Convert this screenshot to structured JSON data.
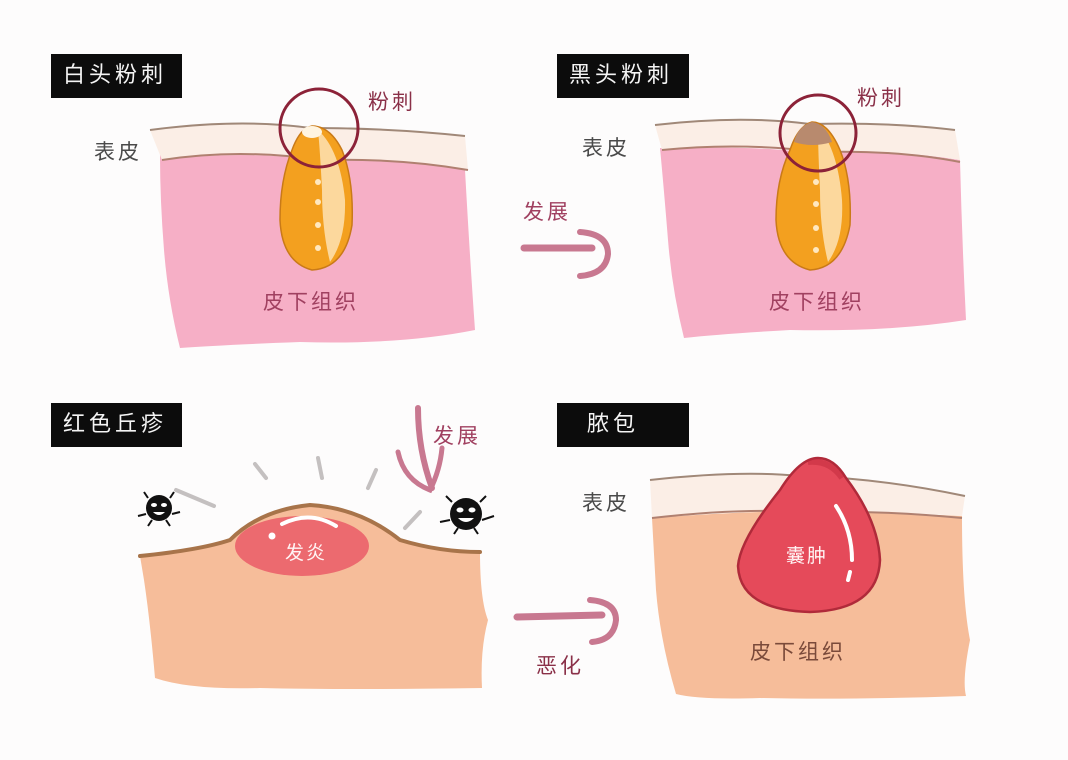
{
  "colors": {
    "background": "#fdfcfc",
    "title_bg": "#0c0c0c",
    "title_text": "#f4f4f4",
    "epidermis": "#fbeee6",
    "subcutaneous_pink": "#f6afc6",
    "subcutaneous_peach": "#f6bd9a",
    "sebum_orange": "#f3a01f",
    "highlight_ring": "#8c2238",
    "arrow": "#c87890",
    "inflammation": "#ec6a6f",
    "cyst": "#e54a5a",
    "bacteria": "#111111"
  },
  "panels": [
    {
      "id": "whitehead",
      "title": "白头粉刺",
      "labels": {
        "epidermis": "表皮",
        "comedo": "粉刺",
        "subcutaneous": "皮下组织"
      }
    },
    {
      "id": "blackhead",
      "title": "黑头粉刺",
      "labels": {
        "epidermis": "表皮",
        "comedo": "粉刺",
        "subcutaneous": "皮下组织"
      }
    },
    {
      "id": "papule",
      "title": "红色丘疹",
      "labels": {
        "inflammation": "发炎"
      }
    },
    {
      "id": "pustule",
      "title": "脓包",
      "labels": {
        "epidermis": "表皮",
        "cyst": "囊肿",
        "subcutaneous": "皮下组织"
      }
    }
  ],
  "arrows": [
    {
      "id": "whitehead-to-blackhead",
      "label": "发展",
      "direction": "right"
    },
    {
      "id": "blackhead-to-papule",
      "label": "发展",
      "direction": "down"
    },
    {
      "id": "papule-to-pustule",
      "label": "恶化",
      "direction": "right"
    }
  ]
}
